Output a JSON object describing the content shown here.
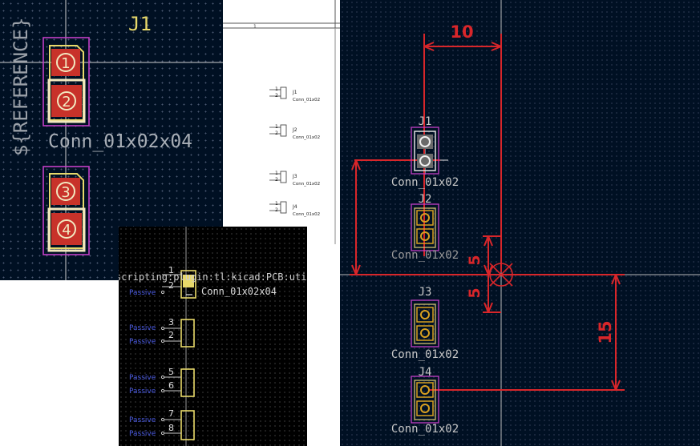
{
  "footprint_editor": {
    "ref_vertical": "${REFERENCE}",
    "ref_designator": "J1",
    "value_text": "Conn_01x02x04",
    "pads": [
      "1",
      "2",
      "3",
      "4"
    ]
  },
  "schematic_preview": {
    "header_number": "1",
    "symbols": [
      {
        "ref": "J1",
        "value": "Conn_01x02",
        "pins": [
          "1",
          "2"
        ]
      },
      {
        "ref": "J2",
        "value": "Conn_01x02",
        "pins": [
          "1",
          "2"
        ]
      },
      {
        "ref": "J3",
        "value": "Conn_01x02",
        "pins": [
          "1",
          "2"
        ]
      },
      {
        "ref": "J4",
        "value": "Conn_01x02",
        "pins": [
          "1",
          "2"
        ]
      }
    ]
  },
  "symbol_editor": {
    "overlap_text": "scripting:plugin:tl:kicad:PCB:utils",
    "value_text": "Conn_01x02x04",
    "pin_type": "Passive",
    "pin_numbers": [
      "1",
      "2",
      "3",
      "2",
      "5",
      "6",
      "7",
      "8"
    ]
  },
  "pcb_view": {
    "dim_top": "10",
    "dim_mid_a": "5",
    "dim_mid_b": "5",
    "dim_right": "15",
    "footprints": [
      {
        "ref": "J1",
        "value": "Conn_01x02"
      },
      {
        "ref": "J2",
        "value": "Conn_01x02"
      },
      {
        "ref": "J3",
        "value": "Conn_01x02"
      },
      {
        "ref": "J4",
        "value": "Conn_01x02"
      }
    ]
  },
  "colors": {
    "background_dark": "#001023",
    "fab_yellow": "#e8d96a",
    "courtyard_magenta": "#c23fc6",
    "pad_red": "#c8322a",
    "dimension_red": "#d8262a",
    "silk_text_gray": "#c8c8c8",
    "pin_type_blue": "#4a5ae0"
  }
}
